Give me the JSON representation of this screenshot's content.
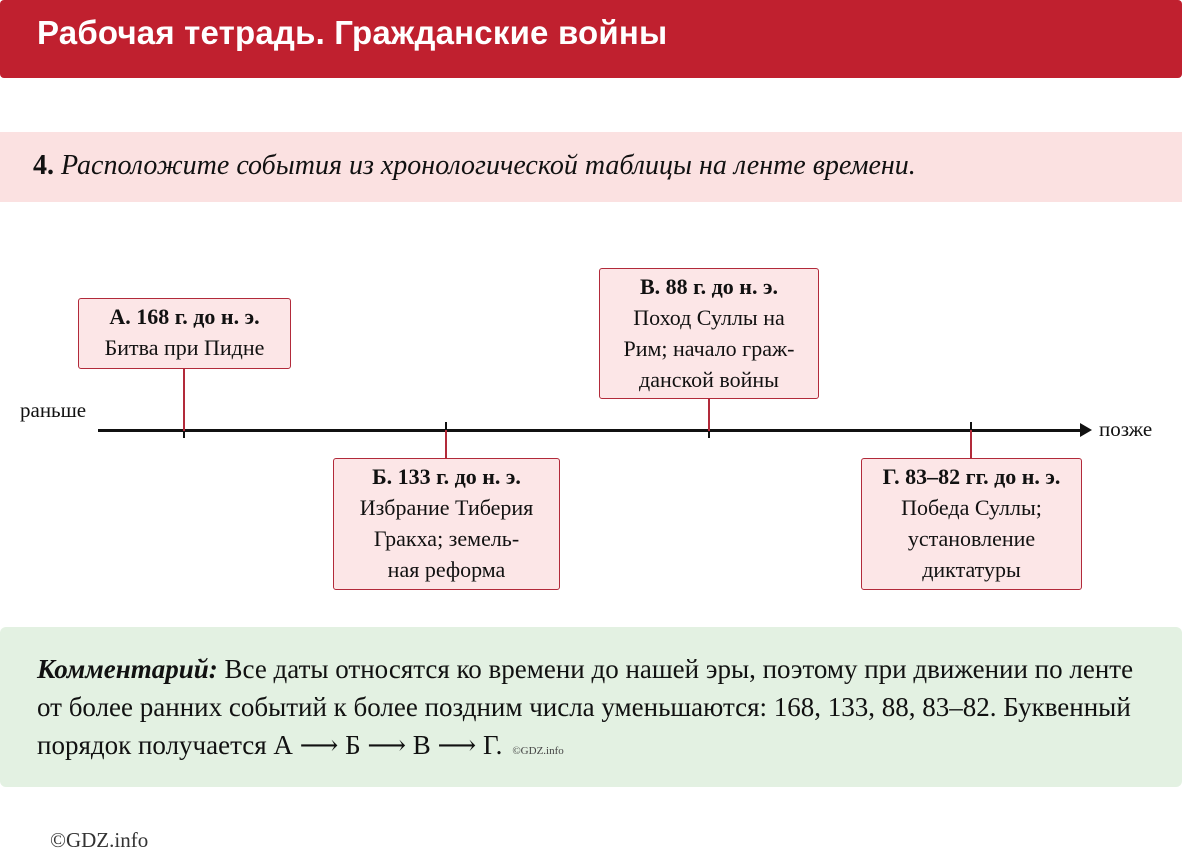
{
  "header": {
    "title": "Рабочая тетрадь. Гражданские войны"
  },
  "task": {
    "number": "4.",
    "question": "Расположите события из хронологической таблицы на ленте времени."
  },
  "timeline": {
    "left_label": "раньше",
    "right_label": "позже",
    "events": [
      {
        "date": "А. 168 г. до н. э.",
        "lines": [
          "Битва при Пидне"
        ]
      },
      {
        "date": "Б. 133 г. до н. э.",
        "lines": [
          "Избрание Тиберия",
          "Гракха; земель-",
          "ная реформа"
        ]
      },
      {
        "date": "В. 88 г. до н. э.",
        "lines": [
          "Поход Суллы на",
          "Рим; начало граж-",
          "данской войны"
        ]
      },
      {
        "date": "Г. 83–82 гг. до н. э.",
        "lines": [
          "Победа Суллы;",
          "установление",
          "диктатуры"
        ]
      }
    ]
  },
  "comment": {
    "label": "Комментарий:",
    "text": " Все даты относятся ко времени до нашей эры, поэтому при движении по ленте от более ранних событий к более поздним числа уменьшаются: 168, 133, 88, 83–82. Буквенный порядок получается А ⟶ Б ⟶ В ⟶ Г.",
    "mark": "©GDZ.info"
  },
  "footer": {
    "text": "©GDZ.info"
  },
  "colors": {
    "header_bg": "#c0202f",
    "event_border": "#b22a3a",
    "event_bg": "#fce6e7",
    "comment_bg": "#e3f1e2",
    "task_bg": "#fbe1e1"
  }
}
